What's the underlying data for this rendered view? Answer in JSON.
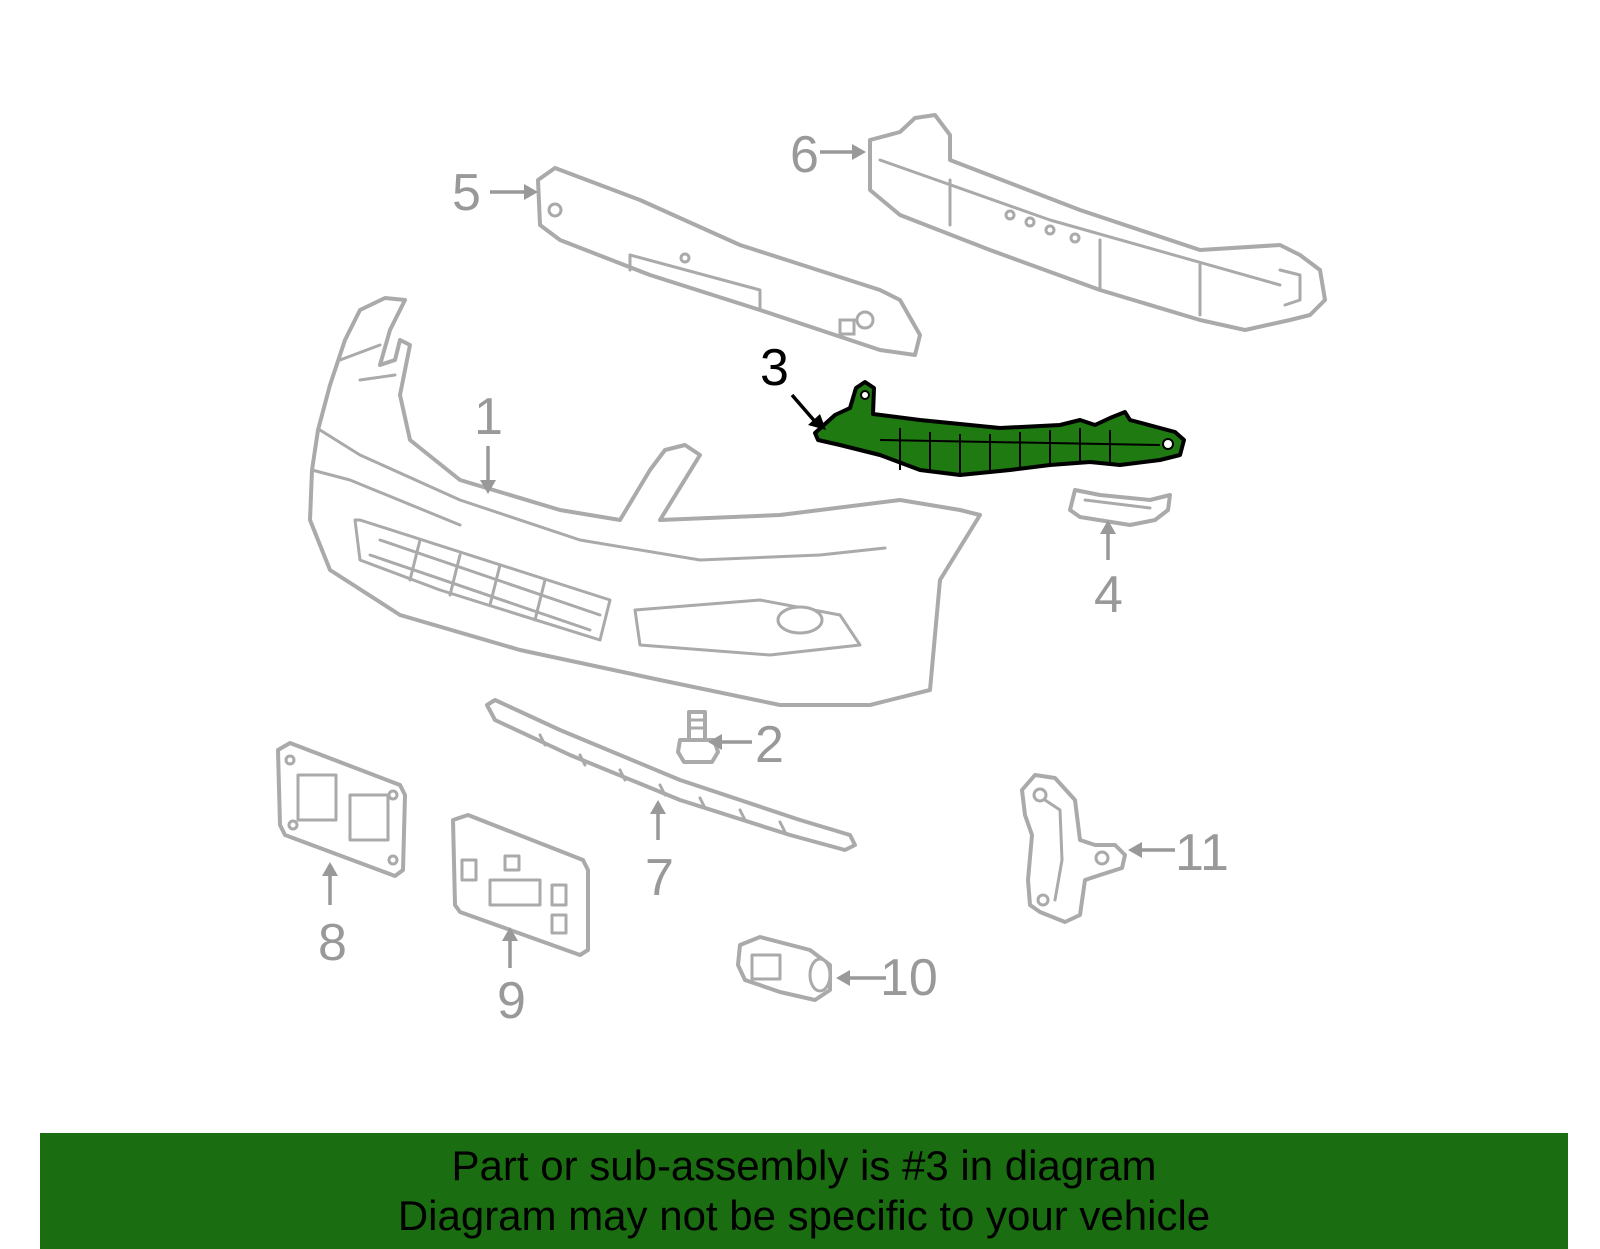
{
  "callouts": {
    "c1": "1",
    "c2": "2",
    "c3": "3",
    "c4": "4",
    "c5": "5",
    "c6": "6",
    "c7": "7",
    "c8": "8",
    "c9": "9",
    "c10": "10",
    "c11": "11"
  },
  "highlighted_part": "3",
  "colors": {
    "highlight_fill": "#1f7a12",
    "banner_background": "#1a6d10",
    "part_outline": "#aaaaaa",
    "callout_text": "#999999"
  },
  "banner": {
    "line1": "Part or sub-assembly is #3 in diagram",
    "line2": "Diagram may not be specific to your vehicle"
  }
}
